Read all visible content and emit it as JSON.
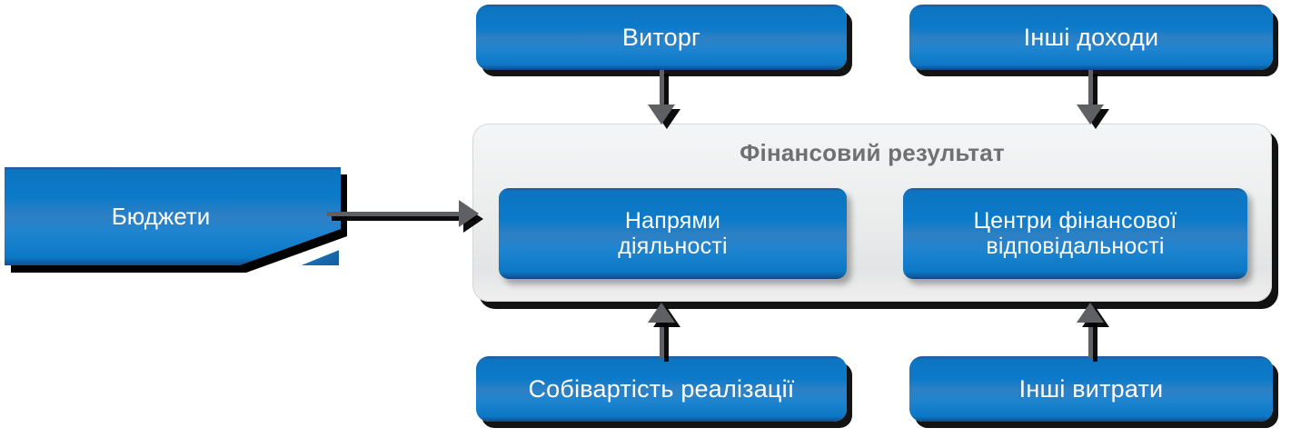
{
  "diagram": {
    "title_node": {
      "label": "Фінансовий результат"
    },
    "inputs_top": [
      {
        "id": "revenue",
        "label": "Виторг"
      },
      {
        "id": "other-income",
        "label": "Інші доходи"
      }
    ],
    "inputs_bottom": [
      {
        "id": "cost-of-sales",
        "label": "Собівартість реалізації"
      },
      {
        "id": "other-expenses",
        "label": "Інші витрати"
      }
    ],
    "input_left": {
      "id": "budgets",
      "label": "Бюджети",
      "shape": "document"
    },
    "inner_nodes": [
      {
        "id": "activity-directions",
        "label": "Напрями\nдіяльності"
      },
      {
        "id": "financial-responsibility-centers",
        "label": "Центри фінансової\nвідповідальності"
      }
    ],
    "connectors": [
      {
        "id": "revenue-to-result",
        "from": "Виторг",
        "to": "Фінансовий результат",
        "direction": "down"
      },
      {
        "id": "other-income-to-result",
        "from": "Інші доходи",
        "to": "Фінансовий результат",
        "direction": "down"
      },
      {
        "id": "budgets-to-result",
        "from": "Бюджети",
        "to": "Фінансовий результат",
        "direction": "right"
      },
      {
        "id": "cost-of-sales-to-result",
        "from": "Собівартість реалізації",
        "to": "Фінансовий результат",
        "direction": "up"
      },
      {
        "id": "other-expenses-to-result",
        "from": "Інші витрати",
        "to": "Фінансовий результат",
        "direction": "up"
      }
    ],
    "colors": {
      "node_blue_top": "#0b7ac9",
      "node_blue_mid": "#2f80c4",
      "node_blue_bottom": "#10508e",
      "container_bg": "#ececed",
      "title_text": "#6e7072",
      "node_text": "#ffffff",
      "connector": "#5e6063",
      "shadow": "#000000",
      "canvas_bg": "#ffffff"
    }
  }
}
